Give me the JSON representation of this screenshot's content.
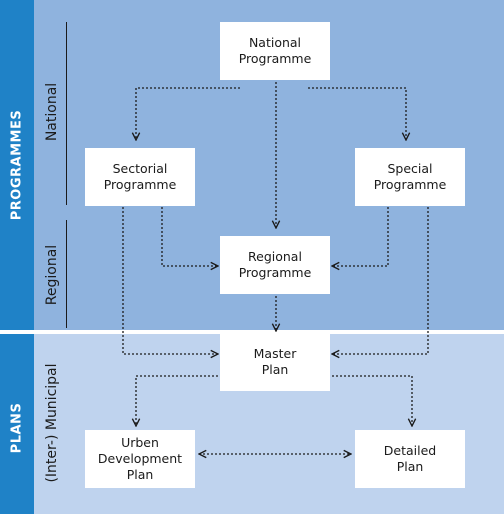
{
  "bands": {
    "programmes": "PROGRAMMES",
    "plans": "PLANS"
  },
  "sub_labels": {
    "national": "National",
    "regional": "Regional",
    "municipal": "(Inter-) Municipal"
  },
  "nodes": {
    "national_programme": "National\nProgramme",
    "sectorial_programme": "Sectorial\nProgramme",
    "special_programme": "Special\nProgramme",
    "regional_programme": "Regional\nProgramme",
    "master_plan": "Master\nPlan",
    "development_plan": "Urben\nDevelopment\nPlan",
    "detailed_plan": "Detailed\nPlan"
  },
  "colors": {
    "band": "#1f82c7",
    "programmes_area": "#8fb3de",
    "plans_area": "#bfd3ee",
    "box": "#ffffff",
    "line": "#1b1b1b"
  }
}
